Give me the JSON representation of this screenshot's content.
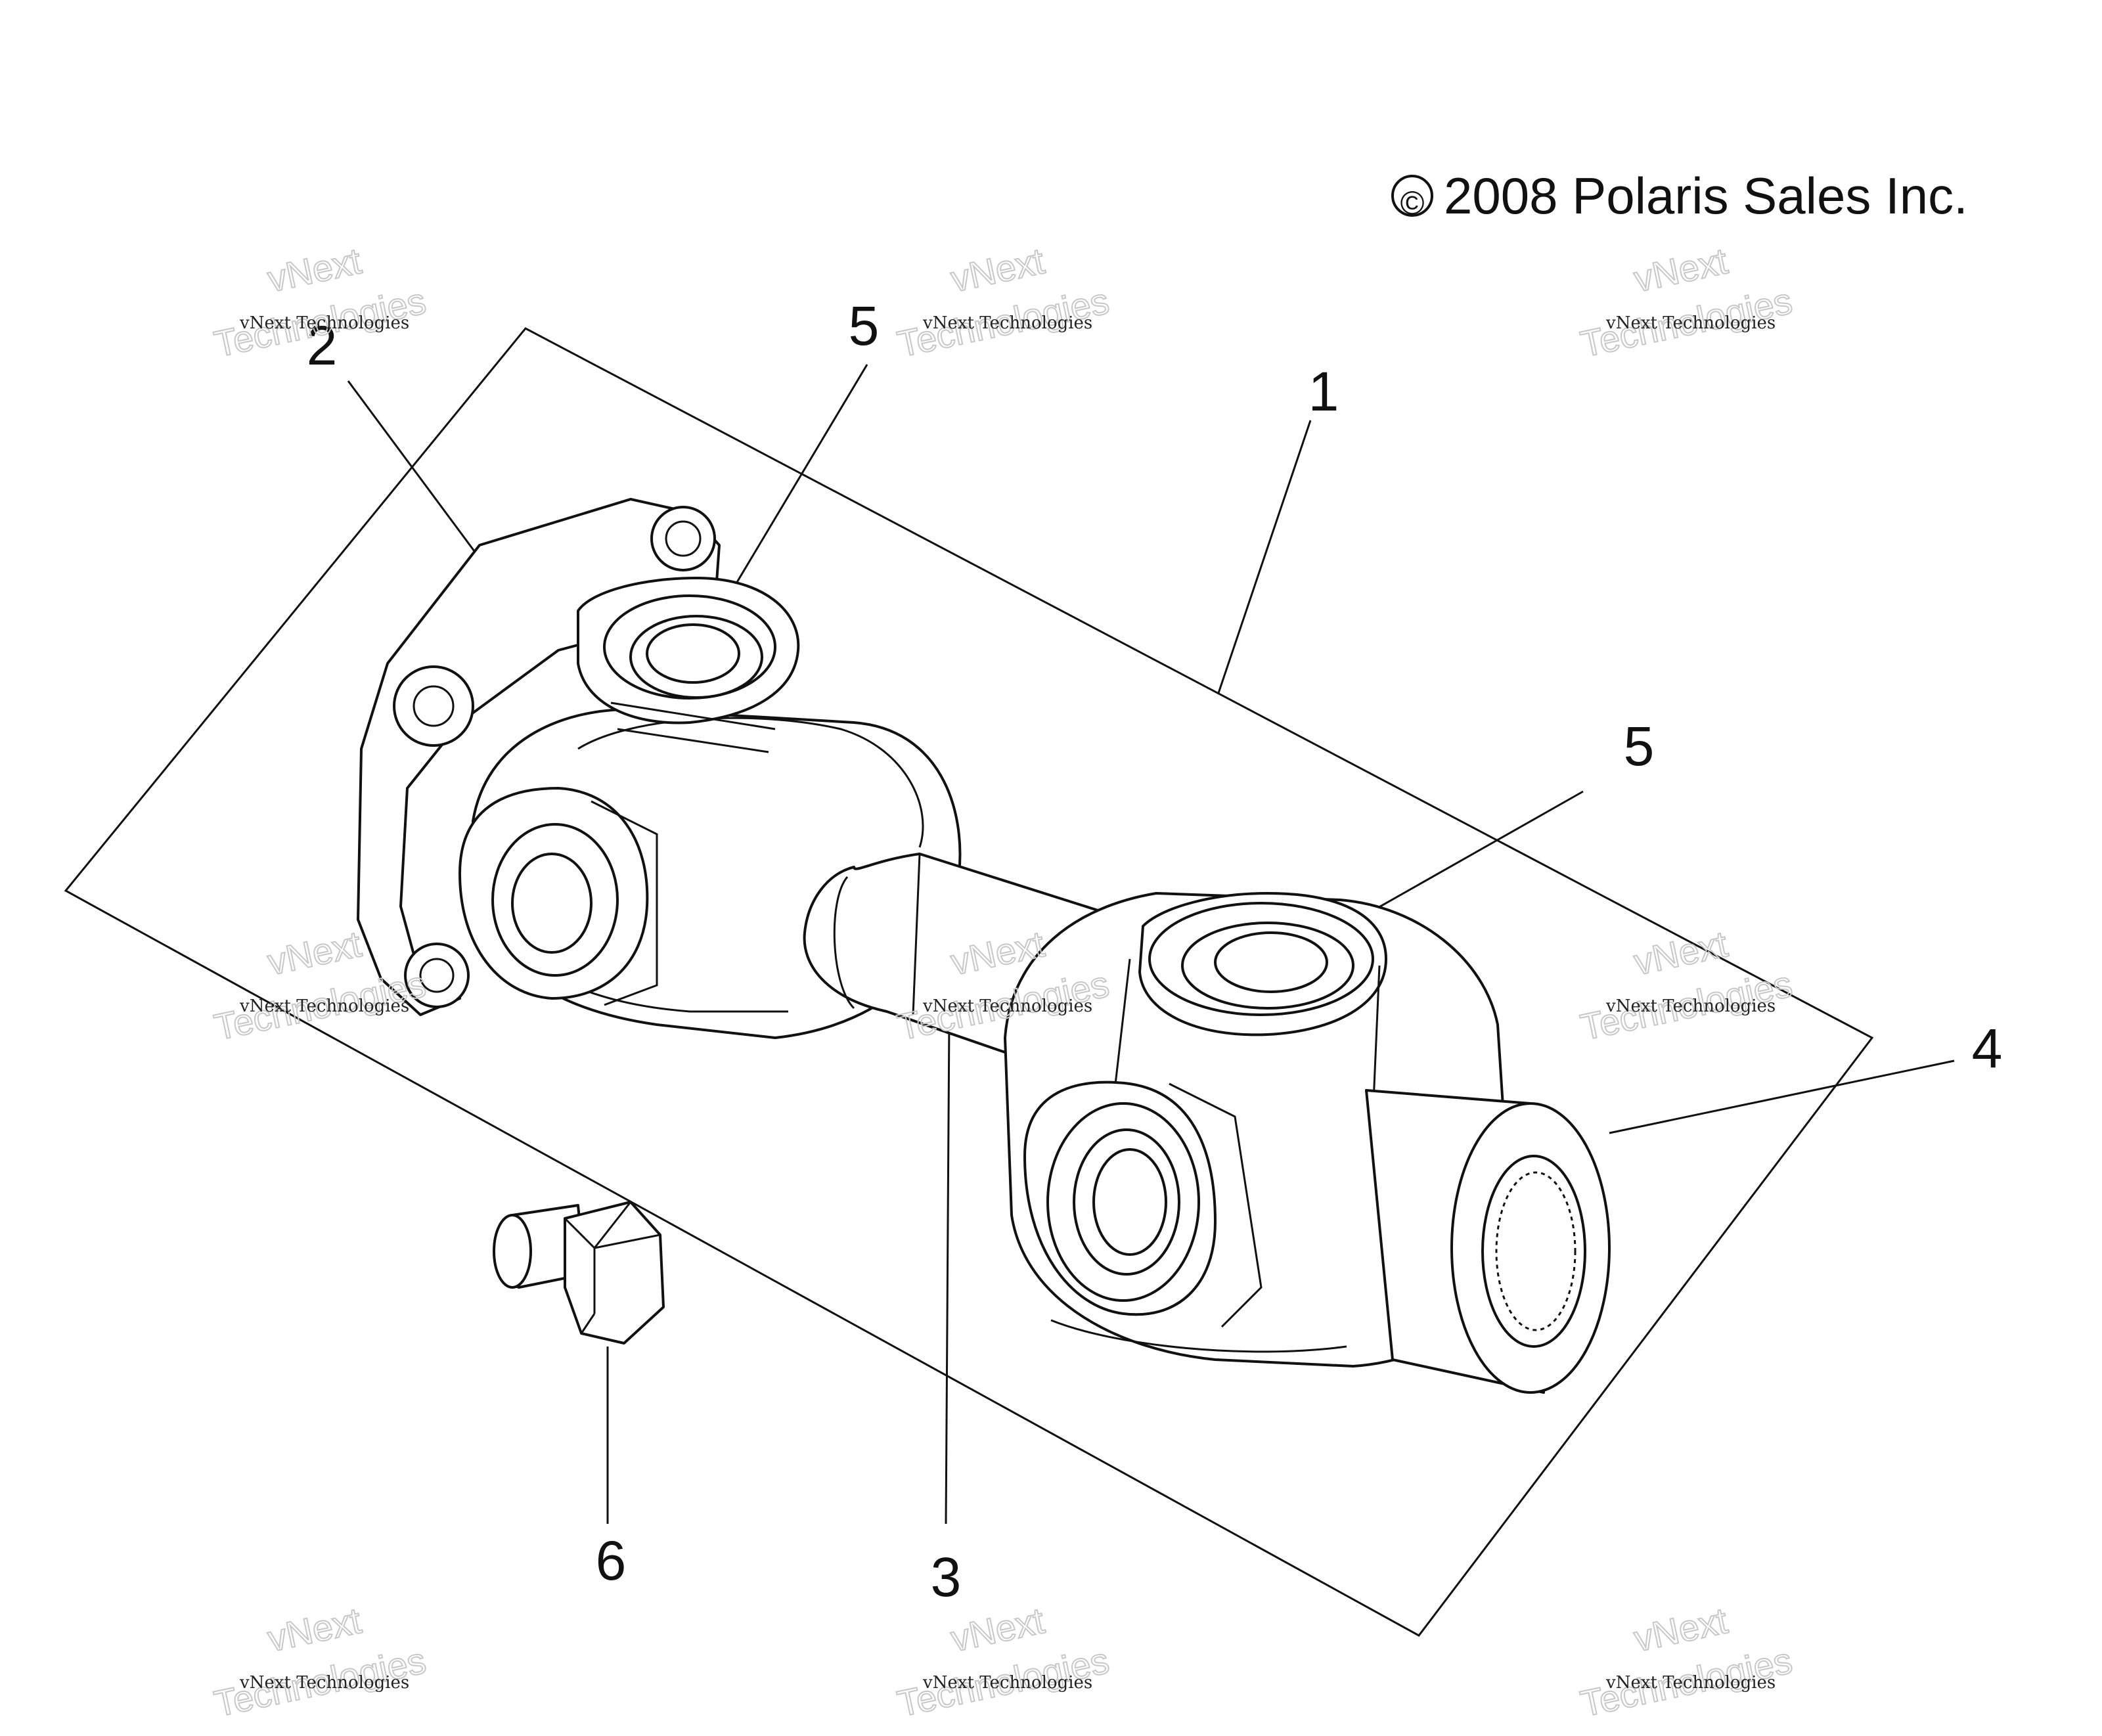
{
  "copyright": {
    "symbol": "©",
    "text": "2008 Polaris Sales Inc."
  },
  "callouts": [
    "1",
    "2",
    "3",
    "4",
    "5",
    "5",
    "6"
  ],
  "watermark": {
    "line1": "vNext",
    "line2": "Technologies",
    "small": "vNext Technologies"
  }
}
